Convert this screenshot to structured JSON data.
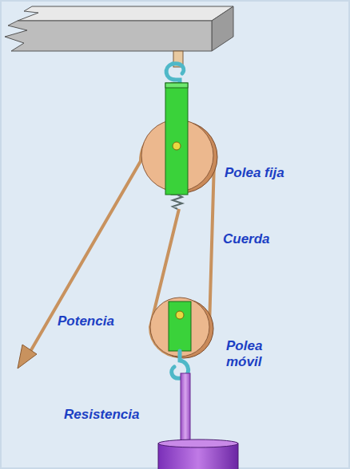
{
  "diagram": {
    "labels": [
      "Polea fija",
      "Cuerda",
      "Potencia",
      "Polea móvil",
      "Resistencia"
    ]
  }
}
